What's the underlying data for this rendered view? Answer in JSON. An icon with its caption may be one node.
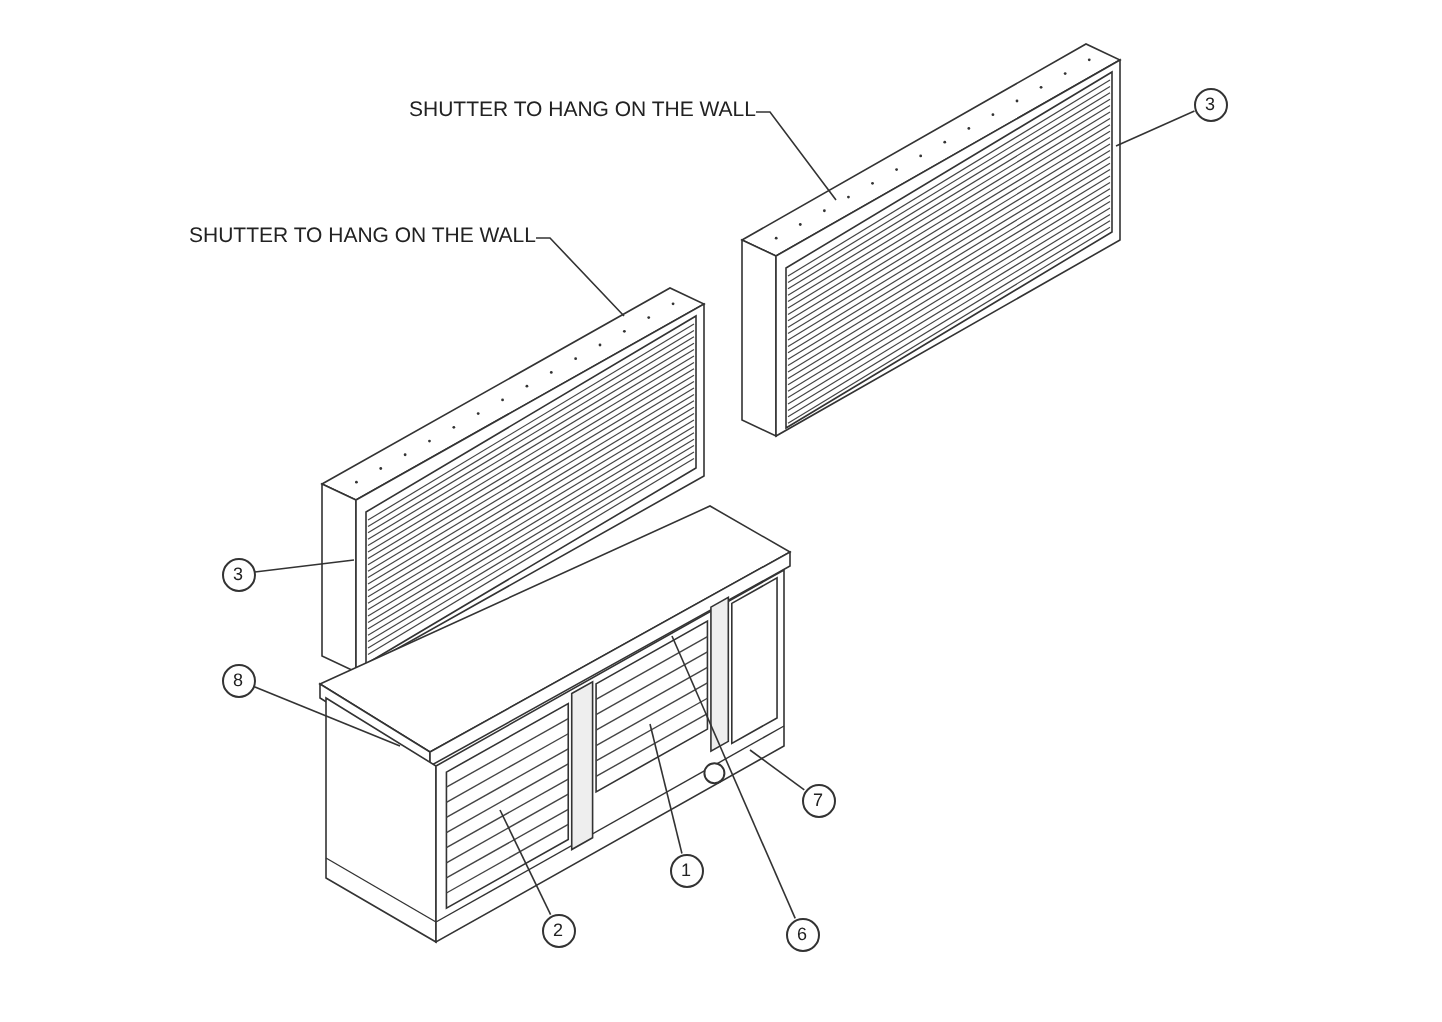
{
  "diagram": {
    "nodes": [
      {
        "text": [
          "SHUTTER TO HANG ON THE WALL"
        ]
      },
      {
        "text": [],
        "shape": "picture"
      },
      {
        "text": [
          "3"
        ]
      },
      {
        "text": [
          "SHUTTER TO HANG ON THE WALL"
        ]
      },
      {
        "text": [],
        "shape": "picture"
      },
      {
        "text": [
          "3"
        ]
      },
      {
        "text": [
          "8"
        ]
      },
      {
        "text": [],
        "shape": "picture"
      },
      {
        "text": [
          "1"
        ]
      },
      {
        "text": [
          "2"
        ]
      },
      {
        "text": [
          "6"
        ]
      },
      {
        "text": [
          "7"
        ]
      }
    ],
    "edges": [
      {
        "from": 0,
        "to": 1,
        "arrow": "none"
      },
      {
        "from": 2,
        "to": 1,
        "arrow": "none"
      },
      {
        "from": 3,
        "to": 4,
        "arrow": "none"
      },
      {
        "from": 5,
        "to": 4,
        "arrow": "none"
      },
      {
        "from": 6,
        "to": 7,
        "arrow": "none"
      },
      {
        "from": 8,
        "to": 7,
        "arrow": "none"
      },
      {
        "from": 9,
        "to": 7,
        "arrow": "none"
      },
      {
        "from": 10,
        "to": 7,
        "arrow": "none"
      },
      {
        "from": 11,
        "to": 7,
        "arrow": "none"
      }
    ]
  }
}
